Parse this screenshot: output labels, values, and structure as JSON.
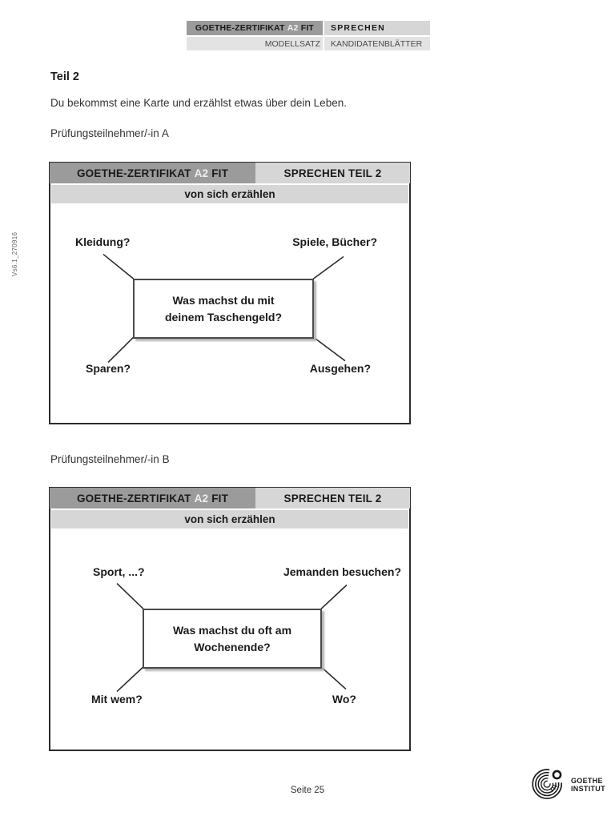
{
  "colors": {
    "dark_gray": "#9b9b9b",
    "light_gray": "#d6d6d6",
    "lighter_gray": "#e3e3e3",
    "level_text": "#efefef",
    "ink": "#1a1a1a",
    "body_text": "#333333",
    "shadow_gray": "#b5b5b5"
  },
  "header": {
    "brand": "GOETHE-ZERTIFIKAT",
    "level": "A2",
    "suffix": "FIT",
    "module": "SPRECHEN",
    "materials": "MODELLSATZ",
    "audience": "KANDIDATENBLÄTTER"
  },
  "content": {
    "section_title": "Teil 2",
    "instruction": "Du bekommst eine Karte und erzählst etwas über dein Leben.",
    "participant_a": "Prüfungsteilnehmer/-in A",
    "participant_b": "Prüfungsteilnehmer/-in B"
  },
  "cards": [
    {
      "brand": "GOETHE-ZERTIFIKAT",
      "level": "A2",
      "suffix": "FIT",
      "title": "SPRECHEN TEIL 2",
      "subtitle": "von sich erzählen",
      "center_line1": "Was machst du mit",
      "center_line2": "deinem Taschengeld?",
      "prompts": {
        "top_left": "Kleidung?",
        "top_right": "Spiele, Bücher?",
        "bottom_left": "Sparen?",
        "bottom_right": "Ausgehen?"
      }
    },
    {
      "brand": "GOETHE-ZERTIFIKAT",
      "level": "A2",
      "suffix": "FIT",
      "title": "SPRECHEN TEIL 2",
      "subtitle": "von sich erzählen",
      "center_line1": "Was machst du oft am",
      "center_line2": "Wochenende?",
      "prompts": {
        "top_left": "Sport, ...?",
        "top_right": "Jemanden besuchen?",
        "bottom_left": "Mit wem?",
        "bottom_right": "Wo?"
      }
    }
  ],
  "footer": {
    "page_label": "Seite 25",
    "side_code": "Vs6.1_270916",
    "logo_line1": "GOETHE",
    "logo_line2": "INSTITUT"
  }
}
